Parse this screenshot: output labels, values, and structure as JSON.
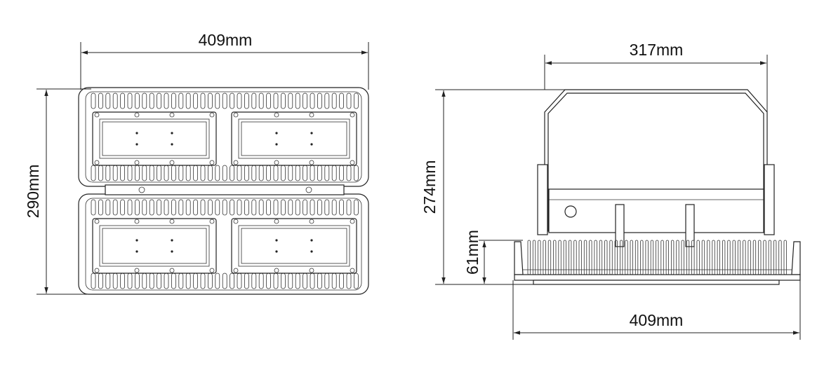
{
  "front_view": {
    "width_label": "409mm",
    "height_label": "290mm"
  },
  "side_view": {
    "bracket_width_label": "317mm",
    "height_label": "274mm",
    "heatsink_height_label": "61mm",
    "width_label": "409mm"
  }
}
